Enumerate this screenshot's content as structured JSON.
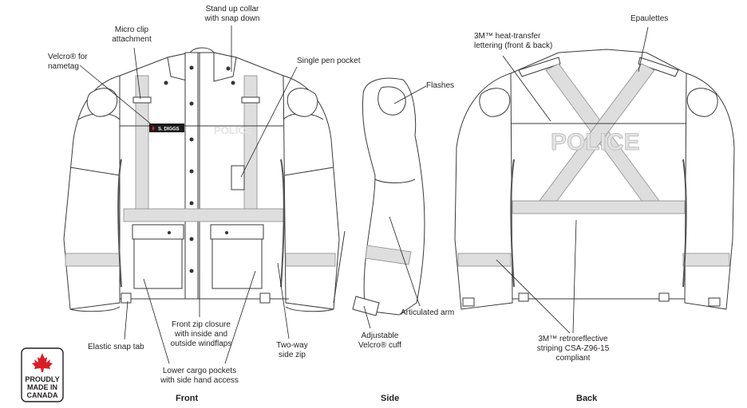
{
  "colors": {
    "outline": "#3a3a3a",
    "reflective": "#dedede",
    "badge_red": "#d71f26",
    "text": "#231f20"
  },
  "views": {
    "front": "Front",
    "side": "Side",
    "back": "Back"
  },
  "callouts": {
    "collar_line1": "Stand up collar",
    "collar_line2": "with snap down",
    "micro_clip_line1": "Micro clip",
    "micro_clip_line2": "attachment",
    "velcro_line1": "Velcro® for",
    "velcro_line2": "nametag",
    "pen_pocket": "Single pen pocket",
    "flashes": "Flashes",
    "elastic_tab": "Elastic snap tab",
    "front_zip_line1": "Front zip closure",
    "front_zip_line2": "with inside and",
    "front_zip_line3": "outside windflaps",
    "lower_pockets_line1": "Lower cargo pockets",
    "lower_pockets_line2": "with side hand access",
    "two_way_line1": "Two-way",
    "two_way_line2": "side zip",
    "articulated_arm": "Articulated arm",
    "cuff_line1": "Adjustable",
    "cuff_line2": "Velcro® cuff",
    "lettering_line1": "3M™ heat-transfer",
    "lettering_line2": "lettering (front & back)",
    "epaulettes": "Epaulettes",
    "striping_line1": "3M™ retroreflective",
    "striping_line2": "striping CSA-Z96-15",
    "striping_line3": "compliant"
  },
  "jacket": {
    "front_police": "POLICE",
    "back_police": "POLICE",
    "nametag": "S. DIGGS"
  },
  "badge": {
    "line1": "PROUDLY",
    "line2": "MADE IN",
    "line3": "CANADA",
    "icon": "maple-leaf-icon"
  }
}
